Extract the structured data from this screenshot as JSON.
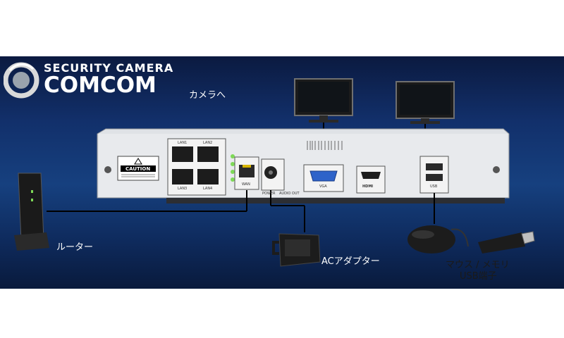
{
  "brand": {
    "line1": "SECURITY CAMERA",
    "line2": "COMCOM"
  },
  "labels": {
    "camera": "カメラへ",
    "router": "ルーター",
    "ac_adapter": "ACアダプター",
    "mouse_memory": "マウス / メモリ",
    "usb_port": "USB端子"
  },
  "device": {
    "caution": "CAUTION",
    "lan_ports": [
      "LAN1",
      "LAN2",
      "LAN3",
      "LAN4"
    ],
    "wan": "WAN",
    "power": "POWER",
    "audio_out": "AUDIO OUT",
    "vga": "VGA",
    "hdmi": "HDMI",
    "usb": "USB"
  },
  "colors": {
    "panel_top": "#0b1a40",
    "panel_mid": "#16407f",
    "device_body": "#dfe2e6",
    "led_green": "#7ed957"
  }
}
